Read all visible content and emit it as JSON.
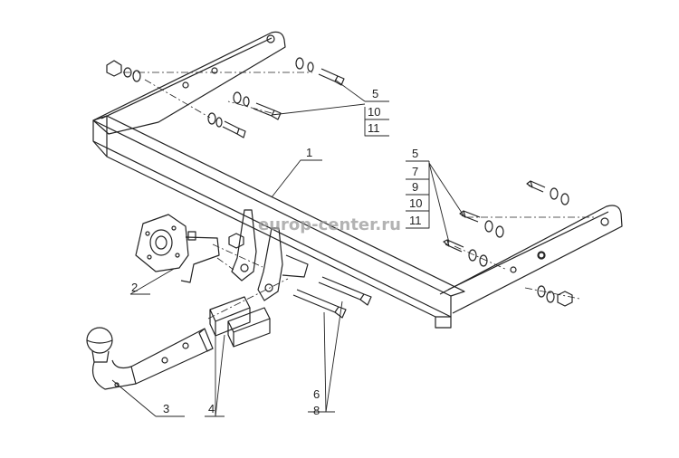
{
  "watermark": "europ-center.ru",
  "callouts": {
    "main_beam": "1",
    "socket_bracket": "2",
    "tow_ball": "3",
    "plates": "4",
    "bolts_left": [
      "5",
      "10",
      "11"
    ],
    "bolts_right": [
      "5",
      "7",
      "9",
      "10",
      "11"
    ],
    "bolts_bottom": [
      "6",
      "8"
    ]
  },
  "colors": {
    "line": "#222222",
    "background": "#ffffff"
  }
}
